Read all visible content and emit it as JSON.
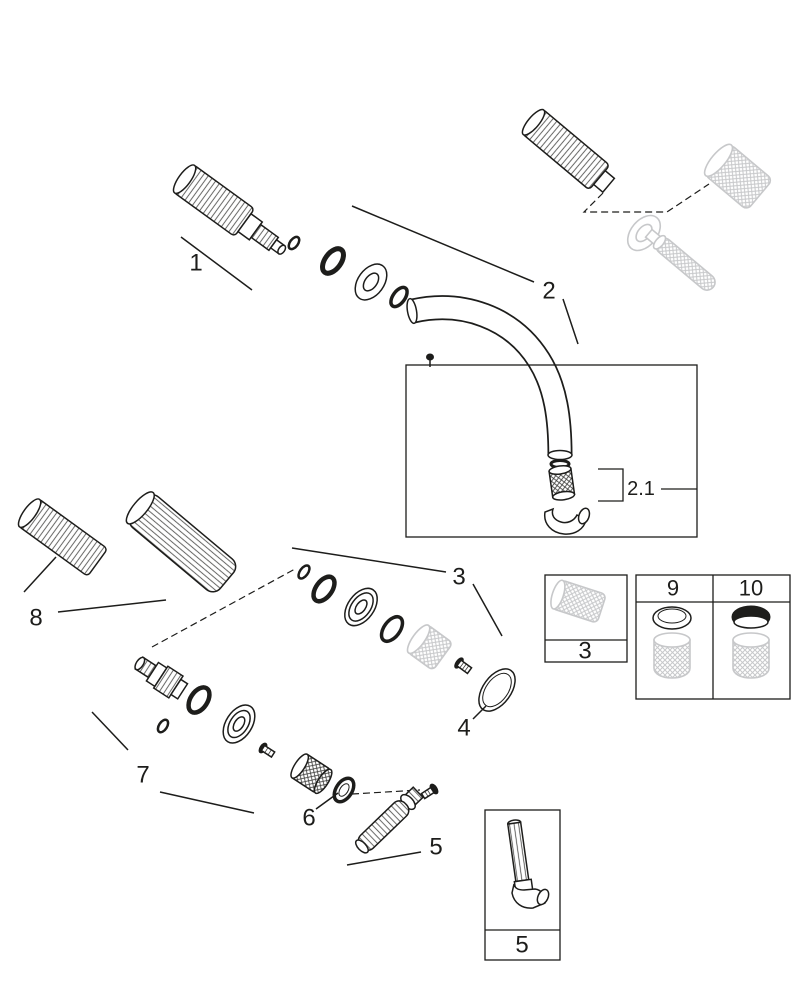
{
  "diagram": {
    "labels": {
      "part1": "1",
      "part2": "2",
      "part2_1": "2.1",
      "part3": "3",
      "part3_box": "3",
      "part4": "4",
      "part5": "5",
      "part5_box": "5",
      "part6": "6",
      "part7": "7",
      "part8": "8",
      "part9": "9",
      "part10": "10"
    },
    "colors": {
      "line": "#1d1d1b",
      "ghost": "#c7c8ca",
      "background": "#ffffff"
    }
  }
}
